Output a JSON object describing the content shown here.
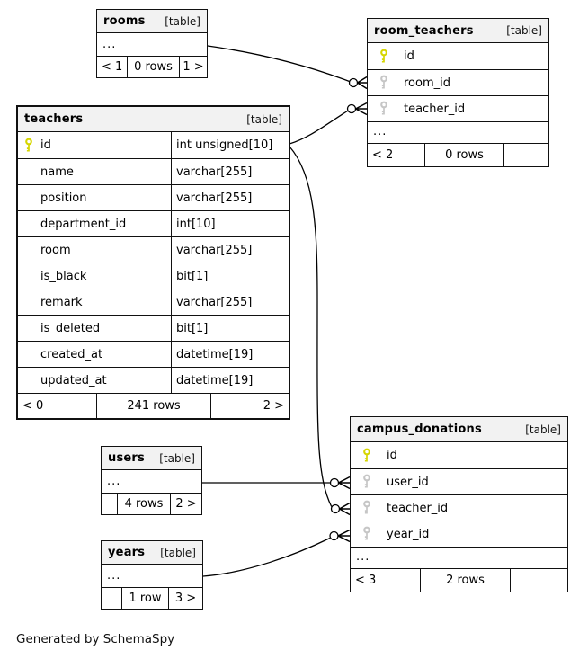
{
  "diagram": {
    "generated_by": "Generated by SchemaSpy"
  },
  "colors": {
    "primary_key": "#d6d600",
    "foreign_key": "#c6c6c6",
    "header_bg": "#f2f2f2",
    "border": "#111111",
    "edge": "#000000"
  },
  "tables": {
    "rooms": {
      "name": "rooms",
      "tag": "[table]",
      "ellipsis": "...",
      "footer": {
        "left": "< 1",
        "center": "0 rows",
        "right": "1 >"
      }
    },
    "room_teachers": {
      "name": "room_teachers",
      "tag": "[table]",
      "columns": [
        {
          "name": "id",
          "key": "primary"
        },
        {
          "name": "room_id",
          "key": "foreign"
        },
        {
          "name": "teacher_id",
          "key": "foreign"
        }
      ],
      "ellipsis": "...",
      "footer": {
        "left": "< 2",
        "center": "0 rows",
        "right": ""
      }
    },
    "teachers": {
      "name": "teachers",
      "tag": "[table]",
      "columns": [
        {
          "name": "id",
          "type": "int unsigned[10]",
          "key": "primary"
        },
        {
          "name": "name",
          "type": "varchar[255]"
        },
        {
          "name": "position",
          "type": "varchar[255]"
        },
        {
          "name": "department_id",
          "type": "int[10]"
        },
        {
          "name": "room",
          "type": "varchar[255]"
        },
        {
          "name": "is_black",
          "type": "bit[1]"
        },
        {
          "name": "remark",
          "type": "varchar[255]"
        },
        {
          "name": "is_deleted",
          "type": "bit[1]"
        },
        {
          "name": "created_at",
          "type": "datetime[19]"
        },
        {
          "name": "updated_at",
          "type": "datetime[19]"
        }
      ],
      "footer": {
        "left": "< 0",
        "center": "241 rows",
        "right": "2 >"
      }
    },
    "users": {
      "name": "users",
      "tag": "[table]",
      "ellipsis": "...",
      "footer": {
        "left": "",
        "center": "4 rows",
        "right": "2 >"
      }
    },
    "years": {
      "name": "years",
      "tag": "[table]",
      "ellipsis": "...",
      "footer": {
        "left": "",
        "center": "1 row",
        "right": "3 >"
      }
    },
    "campus_donations": {
      "name": "campus_donations",
      "tag": "[table]",
      "columns": [
        {
          "name": "id",
          "key": "primary"
        },
        {
          "name": "user_id",
          "key": "foreign"
        },
        {
          "name": "teacher_id",
          "key": "foreign"
        },
        {
          "name": "year_id",
          "key": "foreign"
        }
      ],
      "ellipsis": "...",
      "footer": {
        "left": "< 3",
        "center": "2 rows",
        "right": ""
      }
    }
  },
  "relationships": [
    {
      "from": "rooms",
      "to": "room_teachers.room_id"
    },
    {
      "from": "teachers.id",
      "to": "room_teachers.teacher_id"
    },
    {
      "from": "teachers.id",
      "to": "campus_donations.teacher_id"
    },
    {
      "from": "users",
      "to": "campus_donations.user_id"
    },
    {
      "from": "years",
      "to": "campus_donations.year_id"
    }
  ]
}
